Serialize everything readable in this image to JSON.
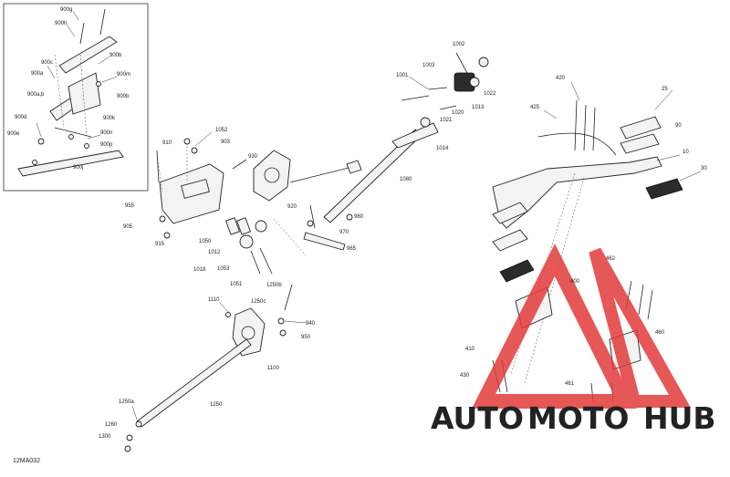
{
  "diagram_code": "12MA032",
  "watermark": {
    "part1": "AUTO",
    "part2": "MOTO",
    "part3": "HUB",
    "color_primary": "#e23a3a",
    "color_secondary": "#e8b84a",
    "color_dark": "#5a5a5a"
  },
  "labels": {
    "l900g": "900g",
    "l900h": "900h",
    "l900b_top": "900b",
    "l900c": "900c",
    "l900a": "900a",
    "l900m": "900m",
    "l900ab": "900a,b",
    "l900b_mid": "900b",
    "l900d": "900d",
    "l900k": "900k",
    "l900e": "900e",
    "l900n": "900n",
    "l900p": "900p",
    "l900j": "900j",
    "l910": "910",
    "l1052": "1052",
    "l903": "903",
    "l930": "930",
    "l955": "955",
    "l905": "905",
    "l915": "915",
    "l1050": "1050",
    "l1012": "1012",
    "l1018": "1018",
    "l1053": "1053",
    "l1051": "1051",
    "l920": "920",
    "l960": "960",
    "l970": "970",
    "l965": "965",
    "l1250b": "1250b",
    "l1001": "1001",
    "l1002": "1002",
    "l1003": "1003",
    "l1022": "1022",
    "l1021": "1021",
    "l1020": "1020",
    "l1013": "1013",
    "l1014": "1014",
    "l1080": "1080",
    "l1110": "1110",
    "l1250c": "1250c",
    "l940": "940",
    "l950": "950",
    "l1100": "1100",
    "l1250": "1250",
    "l1250a": "1250a",
    "l1260": "1260",
    "l1300": "1300",
    "l420": "420",
    "l425": "425",
    "l25": "25",
    "l90": "90",
    "l10": "10",
    "l30": "30",
    "l462": "462",
    "l400": "400",
    "l460": "460",
    "l410": "410",
    "l430": "430",
    "l461": "461"
  }
}
